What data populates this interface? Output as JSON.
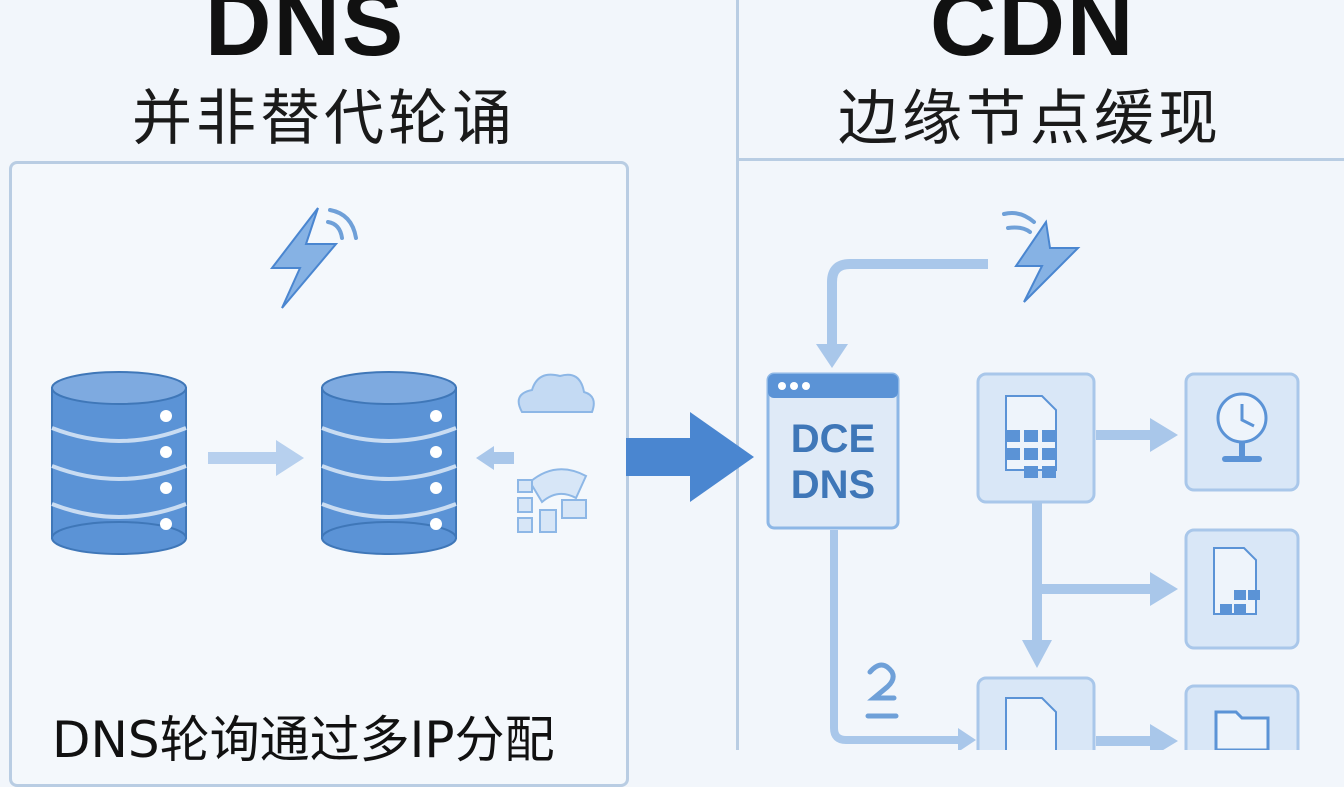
{
  "left": {
    "title": "DNS",
    "subtitle": "并非替代轮诵",
    "caption": "DNS轮询通过多IP分配"
  },
  "right": {
    "title": "CDN",
    "subtitle": "边缘节点缓现",
    "dns_box_line1": "DCE",
    "dns_box_line2": "DNS"
  },
  "colors": {
    "accent": "#4a86d0",
    "light": "#a9c7ea",
    "panel_border": "#b9cde3",
    "background": "#f2f6fb"
  },
  "icons": [
    "lightning-icon",
    "wifi-signal-icon",
    "database-icon",
    "cloud-icon",
    "file-grid-icon",
    "clock-monitor-icon",
    "folder-icon"
  ]
}
